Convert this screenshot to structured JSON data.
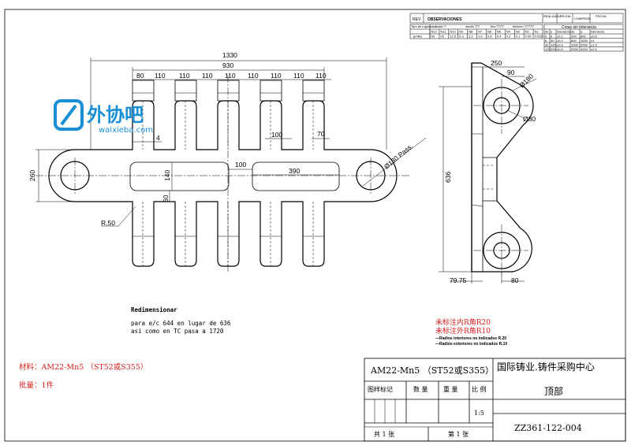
{
  "revision_table": {
    "rev_label": "REV",
    "obs_label": "OBSERVACIONES",
    "col_realizado": "REALIZADO",
    "col_fecha": "FECHA",
    "col_comprob": "COMPROB.",
    "col_fecha2": "FECHA"
  },
  "roughness_table": {
    "tipo_label": "Tipo de rugosidad",
    "basto": "basto ▽",
    "medio": "medio ▽▽",
    "fino": "fino ▽▽▽",
    "finisimo": "finisimo ▽▽▽▽",
    "n_codes": [
      "N12",
      "N11",
      "N10",
      "N9",
      "N8",
      "N7",
      "N6",
      "N5",
      "N4",
      "N3",
      "N2",
      "N1"
    ],
    "um_label": "μmRa",
    "um_values": [
      "50",
      "25",
      "12.5",
      "6.3",
      "3.2",
      "1.6",
      "0.8",
      "0.4",
      "0.2",
      "0.1",
      "0.05",
      "0.025"
    ]
  },
  "tolerance_table": {
    "title": "Cotas sin tolerancia",
    "headers": [
      "de",
      "a",
      "tolerancia",
      "de",
      "a",
      "tolerancia"
    ],
    "rows": [
      [
        "0",
        "6",
        "±0.1",
        "200",
        "800",
        "±0.8"
      ],
      [
        "6",
        "30",
        "±0.2",
        "800",
        "1000",
        "±1"
      ],
      [
        "30",
        "120",
        "±0.3",
        "1000",
        "2000",
        "±1.5"
      ],
      [
        "120",
        "200",
        "±0.5",
        "2000",
        "4000",
        "±2.5"
      ]
    ]
  },
  "watermark": {
    "logo_text": "外协吧",
    "url": "waixieba.com"
  },
  "dimensions": {
    "overall_length": "1330",
    "inner_length": "930",
    "pitch_first": "80",
    "pitch": "110",
    "tooth_width": "70",
    "gap_label": "100",
    "slot_gap": "100",
    "slot_length": "390",
    "height_260": "260",
    "depth_140": "140",
    "depth_60": "60",
    "offset_4": "4",
    "radius_50": "R.50",
    "hole_pass": "Ø130 Pass.",
    "side_width": "250",
    "side_90": "90",
    "side_d180": "Ø180",
    "side_d80": "Ø80",
    "side_height": "636",
    "side_7975": "79.75",
    "side_80": "80"
  },
  "notes": {
    "redim_title": "Redimensionar",
    "redim_line1": "para e/c   644 en lugar de 636",
    "redim_line2": "asi como en TC pasa a 1720",
    "red_inner": "未标注内R角R20",
    "red_outer": "未标注外R角R10",
    "radios_int": "—Radios interiores no indicados R.20",
    "radios_ext": "—Radios exteriores no indicados R.10"
  },
  "material": {
    "material_label": "材料：AM22-Mn5 （ST52或S355）",
    "batch_label": "批量：1件"
  },
  "title_block": {
    "material_code": "AM22-Mn5 （ST52或S355）",
    "company": "国际铸业.铸件采购中心",
    "col_labels": [
      "图样标记",
      "数 量",
      "重 量",
      "比 例"
    ],
    "scale": "1:5",
    "part_name": "顶部",
    "total_sheets": "共 1 张",
    "sheet_no": "第 1 张",
    "drawing_no": "ZZ361-122-004"
  }
}
